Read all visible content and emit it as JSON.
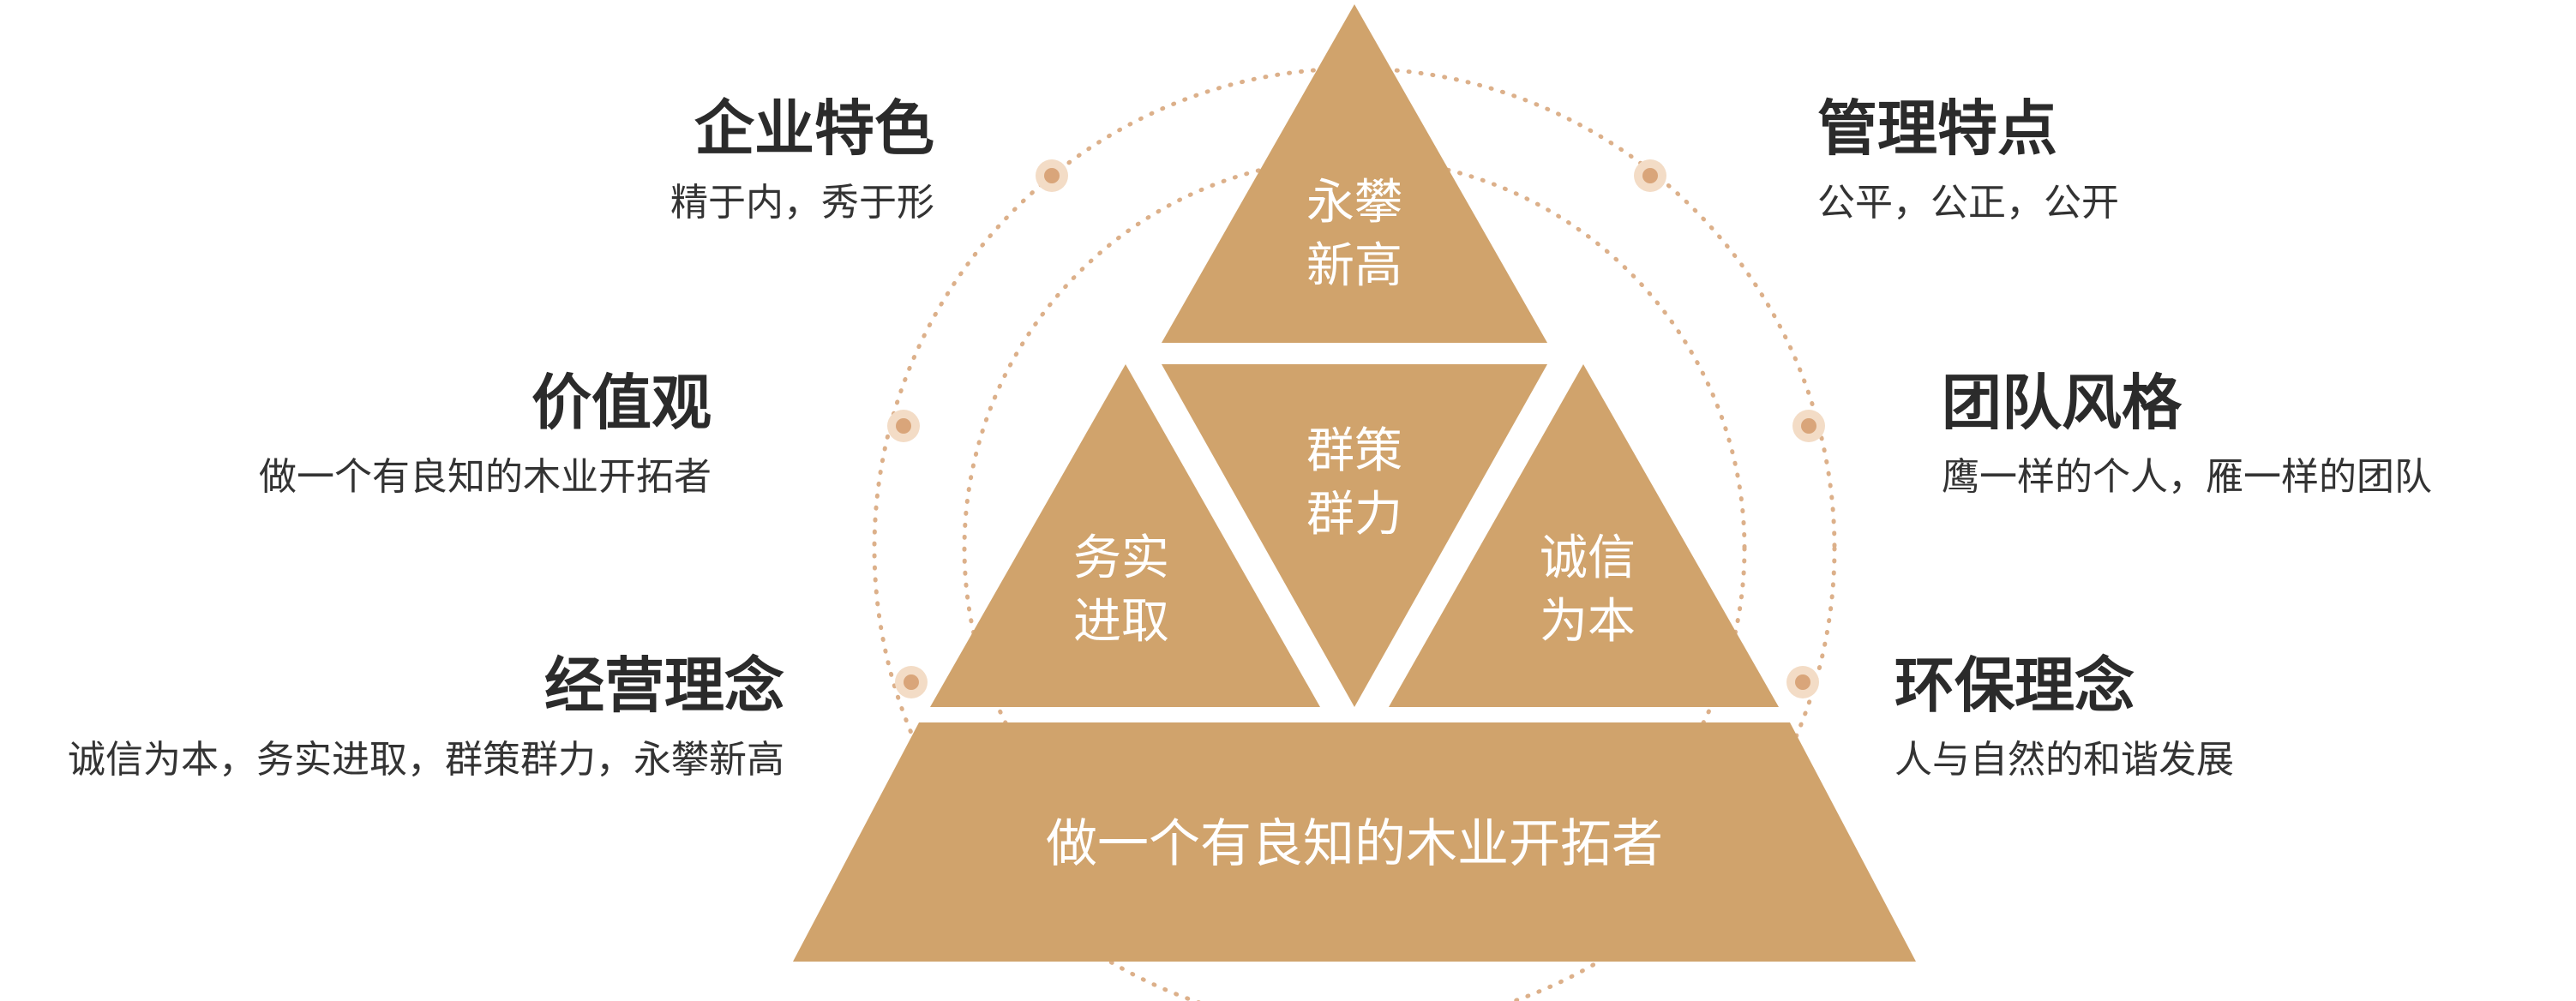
{
  "colors": {
    "triangle_fill": "#d0a36c",
    "triangle_text": "#ffffff",
    "ring_dots": "#dcb08a",
    "marker_outer": "#f3dcc6",
    "marker_inner": "#d9a57a",
    "title_text": "#2b2b2b",
    "desc_text": "#333333"
  },
  "left_items": [
    {
      "title": "企业特色",
      "desc": "精于内，秀于形"
    },
    {
      "title": "价值观",
      "desc": "做一个有良知的木业开拓者"
    },
    {
      "title": "经营理念",
      "desc": "诚信为本，务实进取，群策群力，永攀新高"
    }
  ],
  "right_items": [
    {
      "title": "管理特点",
      "desc": "公平，公正，公开"
    },
    {
      "title": "团队风格",
      "desc": "鹰一样的个人，雁一样的团队"
    },
    {
      "title": "环保理念",
      "desc": "人与自然的和谐发展"
    }
  ],
  "pyramid": {
    "top": {
      "line1": "永攀",
      "line2": "新高"
    },
    "center": {
      "line1": "群策",
      "line2": "群力"
    },
    "left": {
      "line1": "务实",
      "line2": "进取"
    },
    "right": {
      "line1": "诚信",
      "line2": "为本"
    },
    "base": "做一个有良知的木业开拓者"
  }
}
